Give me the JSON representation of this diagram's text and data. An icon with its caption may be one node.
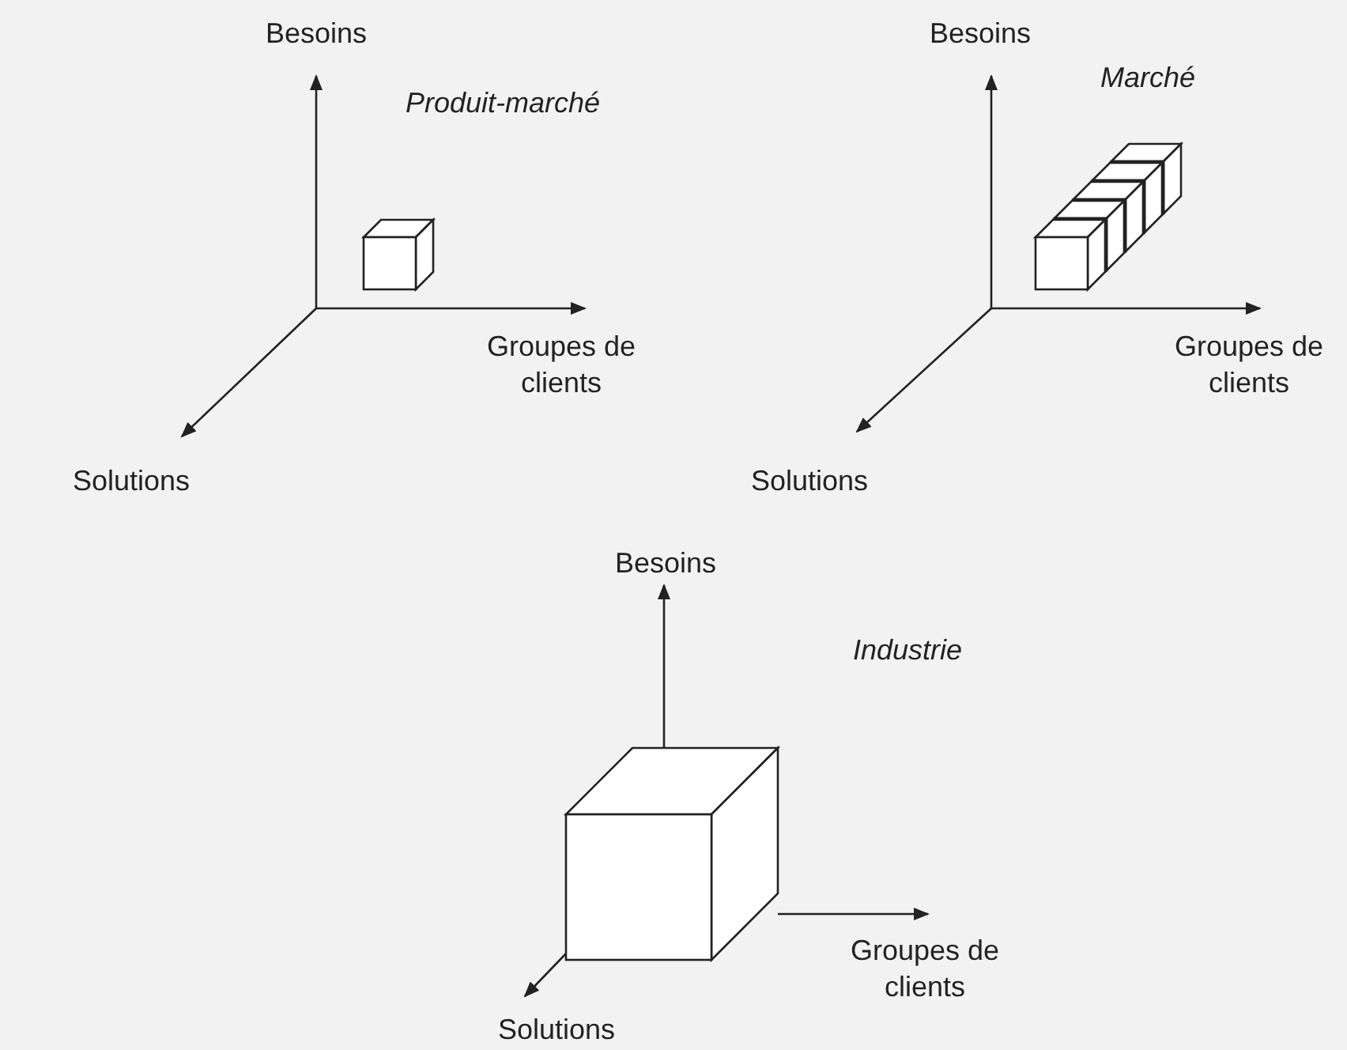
{
  "diagram": {
    "labels": [
      "Besoins",
      "Besoins",
      "Produit-marché",
      "Marché",
      "Groupes de clients",
      "Groupes de clients",
      "Solutions",
      "Solutions",
      "Besoins",
      "Industrie",
      "Groupes de clients",
      "Solutions"
    ]
  }
}
